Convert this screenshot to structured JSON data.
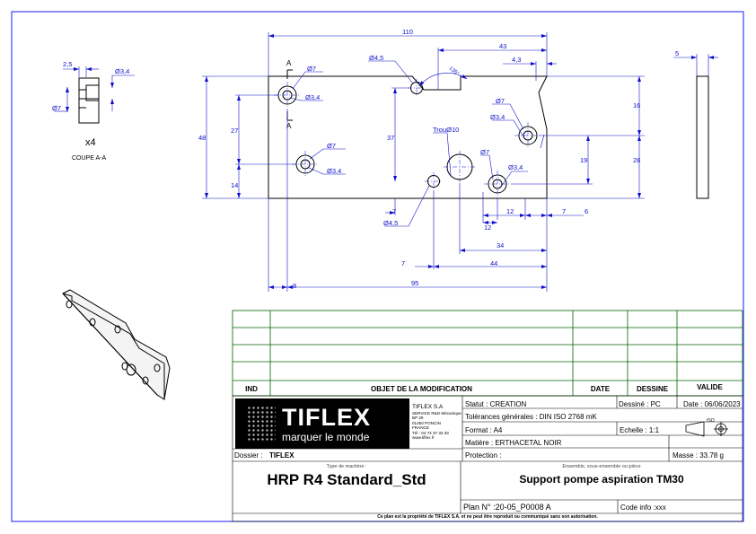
{
  "dims": {
    "d110": "110",
    "d43": "43",
    "d4_3": "4,3",
    "d5": "5",
    "d2_5": "2,5",
    "d135": "135°",
    "d48": "48",
    "d27": "27",
    "d14": "14",
    "d37": "37",
    "d16": "16",
    "d28": "28",
    "d19": "19",
    "d7a": "7",
    "d12a": "12",
    "d7b": "7",
    "d6": "6",
    "d12b": "12",
    "d34": "34",
    "d7c": "7",
    "d44": "44",
    "d8": "8",
    "d95": "95",
    "phi3_4": "Ø3,4",
    "phi7": "Ø7",
    "phi4_5": "Ø4,5",
    "trou10": "TrouØ10",
    "section": "A"
  },
  "detail": {
    "qty": "x4",
    "caption": "COUPE A-A"
  },
  "revision": {
    "col_ind": "IND",
    "col_objet": "OBJET DE LA MODIFICATION",
    "col_date": "DATE",
    "col_dessine": "DESSINE",
    "col_valide": "VALIDE"
  },
  "company": {
    "logo_text": "TIFLEX",
    "logo_tagline": "marquer le monde",
    "name": "TIFLEX S.A",
    "address": [
      "SERVICE R&D Mécanique",
      "BP 29",
      "01450 PONCIN",
      "FRANCE",
      "Tél : 04 74 37 33 33",
      "www.tiflex.fr"
    ]
  },
  "info": {
    "statut": "Statut : CREATION",
    "dessine": "Dessiné : PC",
    "date": "Date : 06/06/2023",
    "tolerances": "Tolérances générales : DIN ISO 2768 mK",
    "format": "Format : A4",
    "echelle": "Echelle : 1:1",
    "matiere": "Matière : ERTHACETAL NOIR",
    "protection": "Protection :",
    "masse": "Masse : 33.78 g",
    "iso_mark": "ISO"
  },
  "dossier": {
    "label": "Dossier :",
    "value": "TIFLEX"
  },
  "machine": {
    "label": "Type de machine :",
    "value": "HRP R4 Standard_Std"
  },
  "ensemble": {
    "label": "Ensemble, sous-ensemble ou pièce",
    "value": "Support pompe aspiration TM30"
  },
  "plan": {
    "number": "Plan N° :20-05_P0008 A",
    "code": "Code info :xxx"
  },
  "footer": "Ce plan est la propriété de TIFLEX S.A. et ne peut être reproduit ou communiqué sans son autorisation.",
  "colors": {
    "dim": "#1010cc",
    "table": "#006400",
    "border": "#1a1aff",
    "part": "#000000"
  }
}
